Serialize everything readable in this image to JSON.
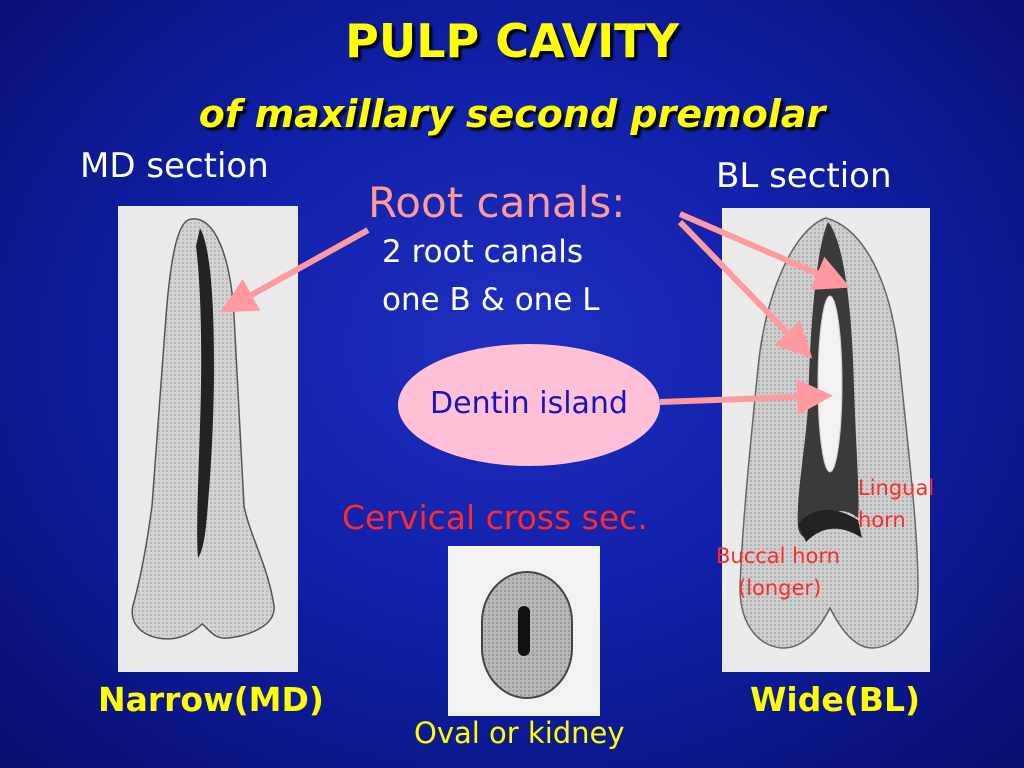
{
  "slide": {
    "title": "PULP CAVITY",
    "subtitle": "of maxillary second premolar"
  },
  "labels": {
    "md_section": "MD section",
    "bl_section": "BL section",
    "root_canals_heading": "Root canals:",
    "root_canals_line1": "2 root canals",
    "root_canals_line2": "one B & one L",
    "dentin_island": "Dentin island",
    "cervical_cross_sec": "Cervical cross  sec.",
    "lingual_horn_line1": "Lingual",
    "lingual_horn_line2": "horn",
    "buccal_horn_line1": "Buccal horn",
    "buccal_horn_line2": "(longer)",
    "narrow_md": "Narrow(MD)",
    "wide_bl": "Wide(BL)",
    "oval_or_kidney": "Oval or kidney"
  },
  "colors": {
    "background": "#1020a8",
    "title": "#ffff00",
    "label_white": "#ffffff",
    "label_red": "#ff2a2a",
    "heading_pink": "#ff9a9a",
    "arrow": "#ff9aa0",
    "ellipse_fill": "#ffc0d8"
  }
}
